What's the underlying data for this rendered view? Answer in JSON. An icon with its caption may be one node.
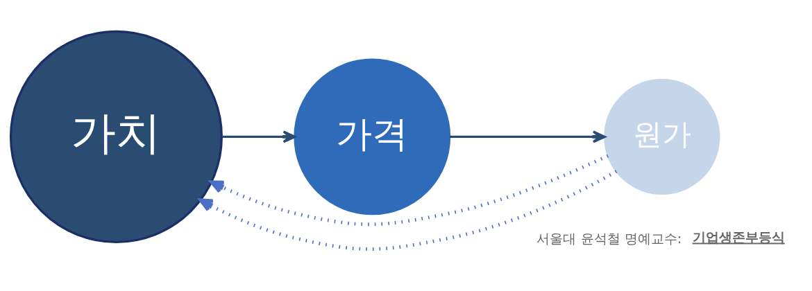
{
  "diagram": {
    "nodes": [
      {
        "text": [
          "가치"
        ]
      },
      {
        "text": [
          "가격"
        ]
      },
      {
        "text": [
          "원가"
        ]
      }
    ],
    "edges": [
      {
        "from": 0,
        "to": 1,
        "arrow": "to"
      },
      {
        "from": 1,
        "to": 2,
        "arrow": "to"
      },
      {
        "from": 2,
        "to": 0,
        "arrow": "to",
        "style": "dashed",
        "color": "#4a6fc4"
      },
      {
        "from": 2,
        "to": 0,
        "arrow": "to",
        "style": "dashed",
        "color": "#4a6fc4"
      }
    ],
    "labels": [
      "서울대 윤석철 명예교수:",
      "기업생존부등식"
    ]
  }
}
